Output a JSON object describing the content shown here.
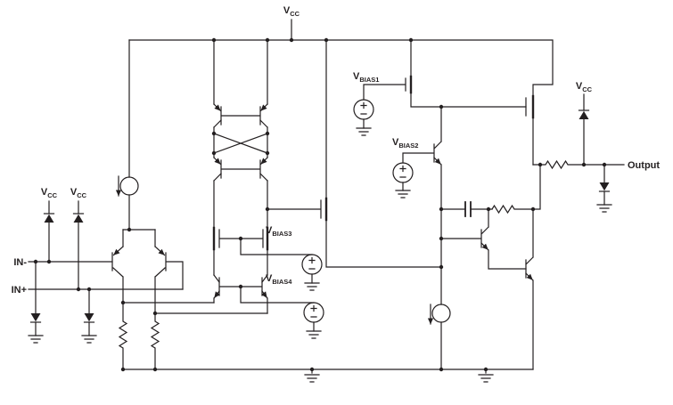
{
  "schematic": {
    "description": "op-amp simplified internal schematic",
    "colors": {
      "ink": "#231f20",
      "background": "#ffffff"
    },
    "labels": {
      "vcc": {
        "main": "V",
        "sub": "CC"
      },
      "vbias1": {
        "main": "V",
        "sub": "BIAS1"
      },
      "vbias2": {
        "main": "V",
        "sub": "BIAS2"
      },
      "vbias3": {
        "main": "V",
        "sub": "BIAS3"
      },
      "vbias4": {
        "main": "V",
        "sub": "BIAS4"
      },
      "in_minus": "IN-",
      "in_plus": "IN+",
      "output": "Output"
    }
  }
}
